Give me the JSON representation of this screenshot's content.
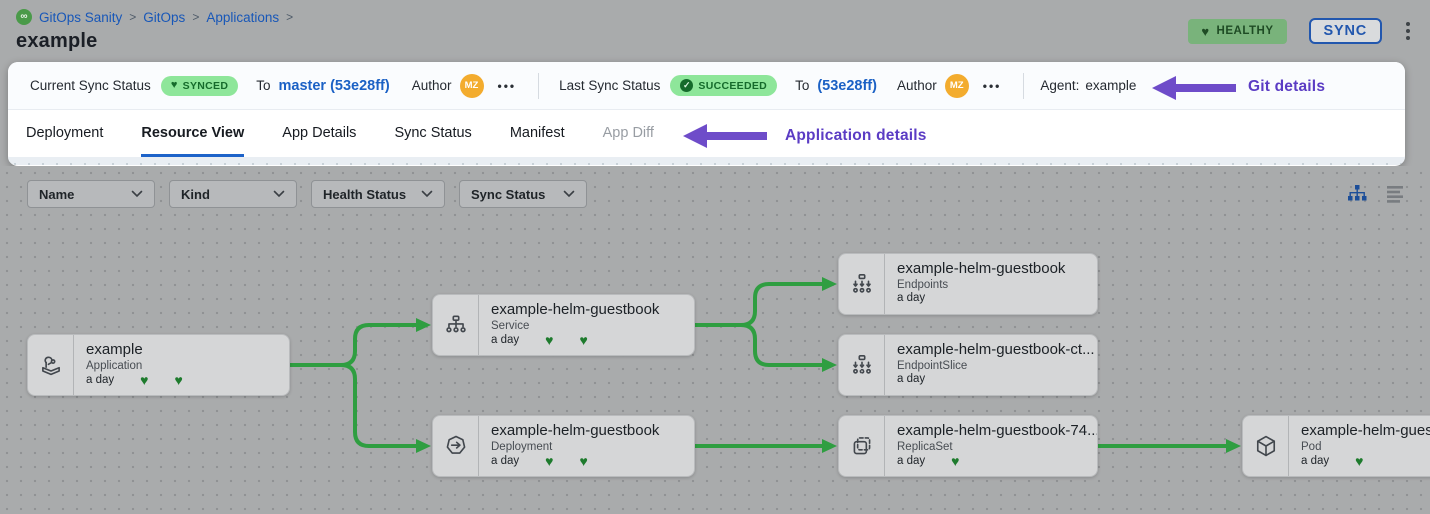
{
  "breadcrumb": {
    "logo": "gitops-logo",
    "logo_glyph": "∞",
    "items": [
      "GitOps Sanity",
      "GitOps",
      "Applications"
    ],
    "separator": ">",
    "title": "example"
  },
  "header_actions": {
    "health_badge": "HEALTHY",
    "sync_button": "SYNC"
  },
  "status_bar": {
    "current": {
      "label": "Current Sync Status",
      "badge": "SYNCED",
      "to_label": "To",
      "commit": "master (53e28ff)",
      "author_label": "Author",
      "avatar_initials": "MZ",
      "more": "•••"
    },
    "last": {
      "label": "Last Sync Status",
      "badge": "SUCCEEDED",
      "to_label": "To",
      "commit": "(53e28ff)",
      "author_label": "Author",
      "avatar_initials": "MZ",
      "more": "•••"
    },
    "agent_label": "Agent:",
    "agent_value": "example",
    "annotation": "Git details"
  },
  "tabs": {
    "items": [
      {
        "label": "Deployment",
        "active": false,
        "disabled": false
      },
      {
        "label": "Resource View",
        "active": true,
        "disabled": false
      },
      {
        "label": "App Details",
        "active": false,
        "disabled": false
      },
      {
        "label": "Sync Status",
        "active": false,
        "disabled": false
      },
      {
        "label": "Manifest",
        "active": false,
        "disabled": false
      },
      {
        "label": "App Diff",
        "active": false,
        "disabled": true
      }
    ],
    "annotation": "Application details"
  },
  "filters": [
    "Name",
    "Kind",
    "Health Status",
    "Sync Status"
  ],
  "view_toggles": [
    "tree-view-icon",
    "list-view-icon"
  ],
  "nodes": [
    {
      "title": "example",
      "kind": "Application",
      "age": "a day",
      "hearts": 2,
      "icon": "application"
    },
    {
      "title": "example-helm-guestbook",
      "kind": "Service",
      "age": "a day",
      "hearts": 2,
      "icon": "service"
    },
    {
      "title": "example-helm-guestbook",
      "kind": "Deployment",
      "age": "a day",
      "hearts": 2,
      "icon": "deployment"
    },
    {
      "title": "example-helm-guestbook",
      "kind": "Endpoints",
      "age": "a day",
      "hearts": 0,
      "icon": "endpoints"
    },
    {
      "title": "example-helm-guestbook-ct...",
      "kind": "EndpointSlice",
      "age": "a day",
      "hearts": 0,
      "icon": "endpointslice"
    },
    {
      "title": "example-helm-guestbook-74...",
      "kind": "ReplicaSet",
      "age": "a day",
      "hearts": 1,
      "icon": "replicaset"
    },
    {
      "title": "example-helm-guest",
      "kind": "Pod",
      "age": "a day",
      "hearts": 1,
      "icon": "pod"
    }
  ],
  "colors": {
    "accent_blue": "#1b61c5",
    "annotation_purple": "#6e4cc9",
    "badge_green_bg": "#8ee69a",
    "badge_green_text": "#156b2b",
    "healthy_badge_bg": "#79b37b",
    "connector_green": "#2f9e41",
    "avatar_orange": "#f3ac2e",
    "heart_green": "#1e7b2d"
  }
}
